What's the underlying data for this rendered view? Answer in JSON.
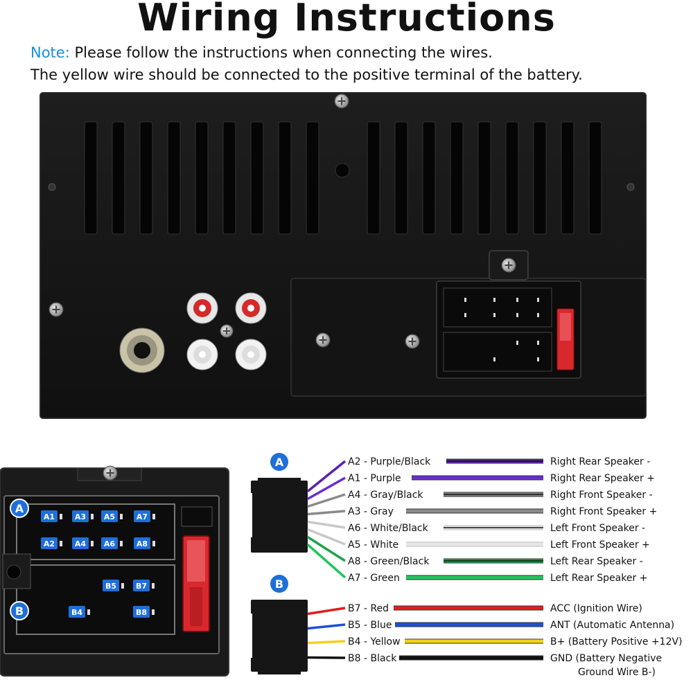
{
  "title": "Wiring Instructions",
  "note": {
    "label": "Note:",
    "line1": "Please follow the instructions when connecting the wires.",
    "line2": "The yellow wire should be connected to the positive terminal of the battery."
  },
  "connector_pins": {
    "group_a_label": "A",
    "group_b_label": "B",
    "row1": [
      "A1",
      "A3",
      "A5",
      "A7"
    ],
    "row2": [
      "A2",
      "A4",
      "A6",
      "A8"
    ],
    "row3": [
      "B5",
      "B7"
    ],
    "row4": [
      "B4",
      "B8"
    ]
  },
  "wiring": {
    "group_a": {
      "badge": "A",
      "wires": [
        {
          "pin": "A2 - Purple/Black",
          "function": "Right Rear Speaker -",
          "color": "#5a1fb0",
          "stripe": "#111111"
        },
        {
          "pin": "A1 - Purple",
          "function": "Right Rear Speaker +",
          "color": "#6a2ccf",
          "stripe": ""
        },
        {
          "pin": "A4 - Gray/Black",
          "function": "Right Front Speaker -",
          "color": "#8a8a8a",
          "stripe": "#111111"
        },
        {
          "pin": "A3 - Gray",
          "function": "Right Front Speaker +",
          "color": "#8a8a8a",
          "stripe": ""
        },
        {
          "pin": "A6 - White/Black",
          "function": "Left Front Speaker -",
          "color": "#e6e6e6",
          "stripe": "#111111"
        },
        {
          "pin": "A5 - White",
          "function": "Left Front Speaker +",
          "color": "#e6e6e6",
          "stripe": ""
        },
        {
          "pin": "A8 - Green/Black",
          "function": "Left Rear Speaker -",
          "color": "#1ea34a",
          "stripe": "#111111"
        },
        {
          "pin": "A7 - Green",
          "function": "Left Rear Speaker +",
          "color": "#22c55e",
          "stripe": ""
        }
      ]
    },
    "group_b": {
      "badge": "B",
      "wires": [
        {
          "pin": "B7 - Red",
          "function": "ACC (Ignition Wire)",
          "color": "#e01e1e",
          "stripe": ""
        },
        {
          "pin": "B5 - Blue",
          "function": "ANT (Automatic Antenna)",
          "color": "#1f4fd8",
          "stripe": ""
        },
        {
          "pin": "B4 - Yellow",
          "function": "B+ (Battery Positive +12V)",
          "color": "#f2d21b",
          "stripe": ""
        },
        {
          "pin": "B8 - Black",
          "function": "GND (Battery Negative",
          "function2": "Ground Wire B-)",
          "color": "#111111",
          "stripe": ""
        }
      ]
    }
  },
  "colors": {
    "accent": "#1a8fd8",
    "badge_blue": "#1e6fd9",
    "panel_black": "#161616",
    "fuse_red": "#d8282e"
  }
}
